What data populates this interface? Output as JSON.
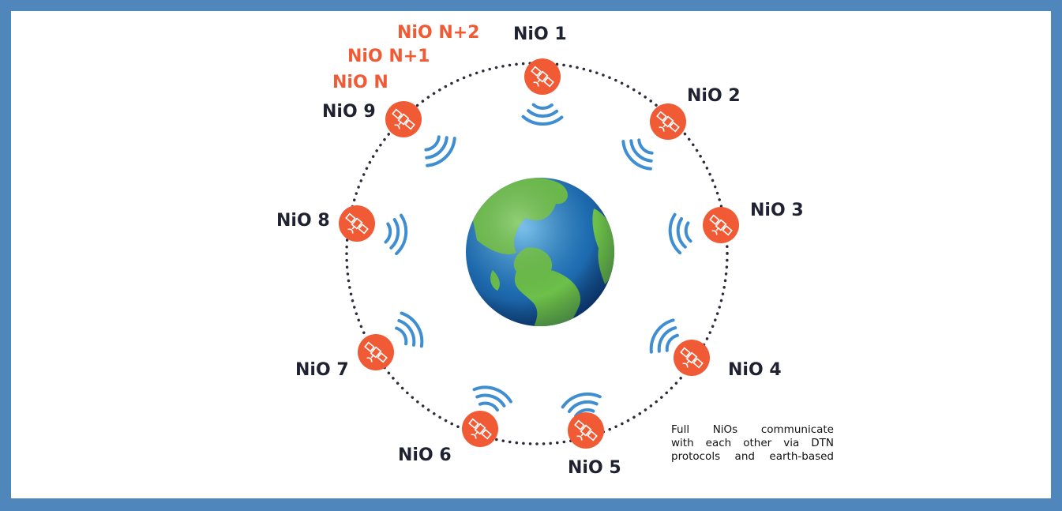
{
  "nodes": [
    {
      "id": 1,
      "label": "NiO 1"
    },
    {
      "id": 2,
      "label": "NiO 2"
    },
    {
      "id": 3,
      "label": "NiO 3"
    },
    {
      "id": 4,
      "label": "NiO 4"
    },
    {
      "id": 5,
      "label": "NiO 5"
    },
    {
      "id": 6,
      "label": "NiO 6"
    },
    {
      "id": 7,
      "label": "NiO 7"
    },
    {
      "id": 8,
      "label": "NiO 8"
    },
    {
      "id": 9,
      "label": "NiO 9"
    }
  ],
  "extra_labels": [
    "NiO N+2",
    "NiO N+1",
    "NiO N"
  ],
  "caption": [
    "Full NiOs communicate",
    "with each other via DTN",
    "protocols and earth-based"
  ],
  "colors": {
    "frame": "#4f87bd",
    "satellite": "#f05a35",
    "extra_label": "#f05a35",
    "wave": "#3f8ed2",
    "orbit": "#2b2b3a",
    "ocean": "#1f6fb5",
    "land": "#6cc04a"
  },
  "icons": {
    "satellite": "satellite-icon",
    "signal": "signal-waves-icon",
    "earth": "earth-globe-icon"
  }
}
